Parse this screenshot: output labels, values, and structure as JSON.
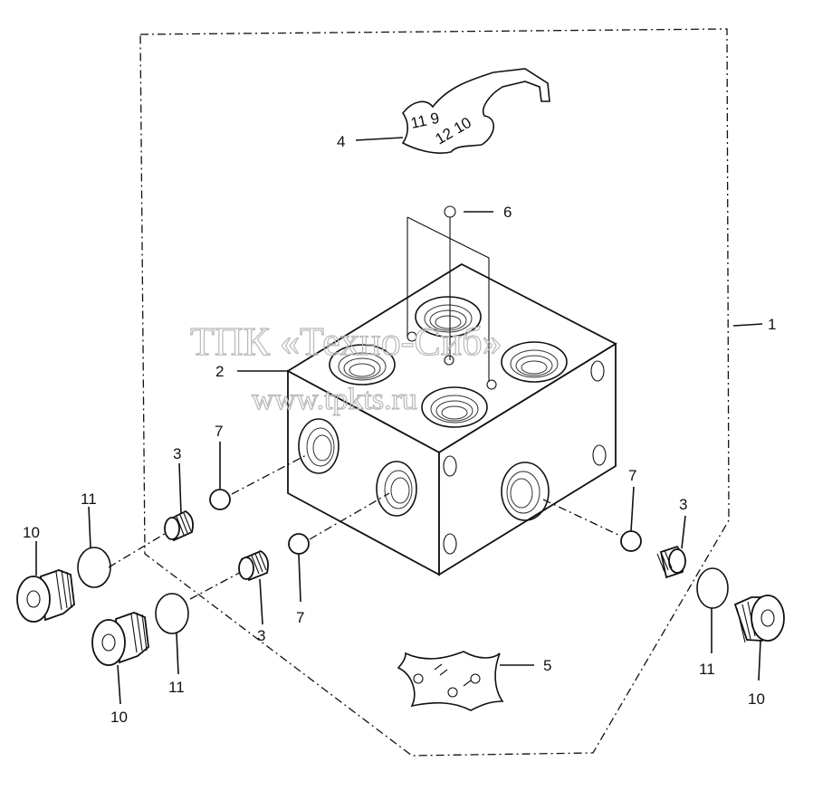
{
  "callouts": {
    "assembly": "1",
    "block": "2",
    "plug_small_left_upper": "3",
    "plug_small_left_lower": "3",
    "plug_small_right": "3",
    "plate_top": "4",
    "plate_bottom": "5",
    "small_plug_top": "6",
    "ball_left_upper": "7",
    "ball_left_lower": "7",
    "ball_right": "7",
    "plug_large_left_upper": "10",
    "plug_large_left_lower": "10",
    "plug_large_right": "10",
    "oring_left_upper": "11",
    "oring_left_lower": "11",
    "oring_right": "11"
  },
  "plate_top_text": [
    "11 9",
    "12 10"
  ],
  "watermark": {
    "line1": "ТПК «Техно-Сиб»",
    "line2": "www.tpkts.ru"
  }
}
